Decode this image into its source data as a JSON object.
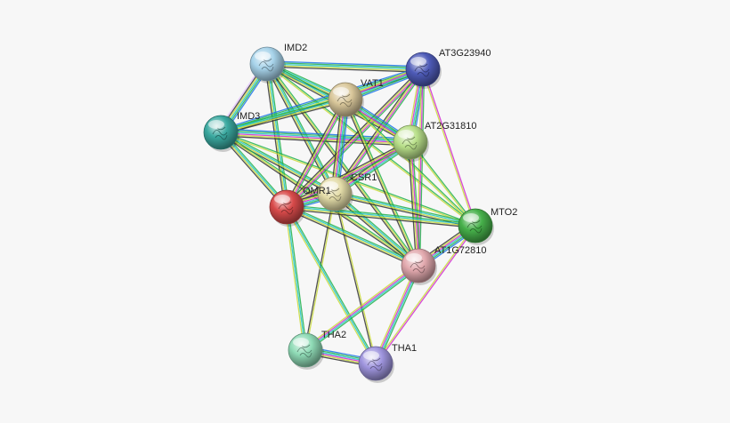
{
  "network": {
    "nodes": [
      {
        "id": "IMD2",
        "label": "IMD2",
        "color": "#a7d3ea"
      },
      {
        "id": "AT3G23940",
        "label": "AT3G23940",
        "color": "#4e5bb8"
      },
      {
        "id": "VAT1",
        "label": "VAT1",
        "color": "#d9c79a"
      },
      {
        "id": "IMD3",
        "label": "IMD3",
        "color": "#3aa9a0"
      },
      {
        "id": "AT2G31810",
        "label": "AT2G31810",
        "color": "#b9e08a"
      },
      {
        "id": "CSR1",
        "label": "CSR1",
        "color": "#e3dca8"
      },
      {
        "id": "OMR1",
        "label": "OMR1",
        "color": "#d84a4a"
      },
      {
        "id": "MTO2",
        "label": "MTO2",
        "color": "#46b04a"
      },
      {
        "id": "AT1G72810",
        "label": "AT1G72810",
        "color": "#e2a9ae"
      },
      {
        "id": "THA2",
        "label": "THA2",
        "color": "#8fdbb6"
      },
      {
        "id": "THA1",
        "label": "THA1",
        "color": "#9f95de"
      }
    ],
    "edge_colors": [
      "#1a73e8",
      "#22b24c",
      "#20c5c5",
      "#d12ad1",
      "#c9d93a",
      "#333333",
      "#e2c0ff"
    ],
    "edges": [
      {
        "a": "IMD2",
        "b": "AT3G23940",
        "colors": [
          0,
          1,
          2,
          4,
          5
        ]
      },
      {
        "a": "IMD2",
        "b": "VAT1",
        "colors": [
          1,
          2,
          4,
          5
        ]
      },
      {
        "a": "IMD2",
        "b": "IMD3",
        "colors": [
          0,
          1,
          2,
          4,
          5,
          6
        ]
      },
      {
        "a": "IMD2",
        "b": "AT2G31810",
        "colors": [
          1,
          2,
          4,
          5
        ]
      },
      {
        "a": "IMD2",
        "b": "CSR1",
        "colors": [
          1,
          2,
          4,
          5
        ]
      },
      {
        "a": "IMD2",
        "b": "OMR1",
        "colors": [
          1,
          2,
          4,
          5
        ]
      },
      {
        "a": "IMD2",
        "b": "AT1G72810",
        "colors": [
          1,
          4,
          5
        ]
      },
      {
        "a": "IMD2",
        "b": "MTO2",
        "colors": [
          1,
          4
        ]
      },
      {
        "a": "IMD3",
        "b": "AT3G23940",
        "colors": [
          0,
          1,
          2,
          4,
          5
        ]
      },
      {
        "a": "IMD3",
        "b": "VAT1",
        "colors": [
          1,
          2,
          4,
          5
        ]
      },
      {
        "a": "IMD3",
        "b": "AT2G31810",
        "colors": [
          0,
          1,
          2,
          3,
          4,
          5
        ]
      },
      {
        "a": "IMD3",
        "b": "CSR1",
        "colors": [
          1,
          2,
          4,
          5
        ]
      },
      {
        "a": "IMD3",
        "b": "OMR1",
        "colors": [
          1,
          2,
          4,
          5
        ]
      },
      {
        "a": "IMD3",
        "b": "AT1G72810",
        "colors": [
          1,
          4,
          5
        ]
      },
      {
        "a": "IMD3",
        "b": "MTO2",
        "colors": [
          1,
          4
        ]
      },
      {
        "a": "AT3G23940",
        "b": "VAT1",
        "colors": [
          0,
          1,
          2,
          3,
          4
        ]
      },
      {
        "a": "AT3G23940",
        "b": "AT2G31810",
        "colors": [
          0,
          1,
          2,
          3,
          4
        ]
      },
      {
        "a": "AT3G23940",
        "b": "CSR1",
        "colors": [
          1,
          3,
          4,
          5
        ]
      },
      {
        "a": "AT3G23940",
        "b": "OMR1",
        "colors": [
          1,
          3,
          4,
          5
        ]
      },
      {
        "a": "AT3G23940",
        "b": "AT1G72810",
        "colors": [
          1,
          3,
          4
        ]
      },
      {
        "a": "AT3G23940",
        "b": "MTO2",
        "colors": [
          3,
          4
        ]
      },
      {
        "a": "VAT1",
        "b": "AT2G31810",
        "colors": [
          0,
          1,
          2,
          3,
          4
        ]
      },
      {
        "a": "VAT1",
        "b": "CSR1",
        "colors": [
          0,
          1,
          2,
          3,
          4,
          5
        ]
      },
      {
        "a": "VAT1",
        "b": "OMR1",
        "colors": [
          1,
          3,
          4,
          5
        ]
      },
      {
        "a": "VAT1",
        "b": "AT1G72810",
        "colors": [
          1,
          4,
          5
        ]
      },
      {
        "a": "VAT1",
        "b": "MTO2",
        "colors": [
          1,
          4
        ]
      },
      {
        "a": "AT2G31810",
        "b": "CSR1",
        "colors": [
          1,
          2,
          3,
          4,
          5
        ]
      },
      {
        "a": "AT2G31810",
        "b": "OMR1",
        "colors": [
          1,
          3,
          4,
          5
        ]
      },
      {
        "a": "AT2G31810",
        "b": "AT1G72810",
        "colors": [
          1,
          3,
          4,
          5
        ]
      },
      {
        "a": "AT2G31810",
        "b": "MTO2",
        "colors": [
          1,
          4
        ]
      },
      {
        "a": "CSR1",
        "b": "OMR1",
        "colors": [
          0,
          1,
          2,
          3,
          4,
          5
        ]
      },
      {
        "a": "CSR1",
        "b": "MTO2",
        "colors": [
          1,
          2,
          4,
          5
        ]
      },
      {
        "a": "CSR1",
        "b": "AT1G72810",
        "colors": [
          1,
          2,
          4,
          5
        ]
      },
      {
        "a": "CSR1",
        "b": "THA2",
        "colors": [
          4,
          5
        ]
      },
      {
        "a": "CSR1",
        "b": "THA1",
        "colors": [
          4,
          5
        ]
      },
      {
        "a": "OMR1",
        "b": "MTO2",
        "colors": [
          1,
          2,
          4,
          5
        ]
      },
      {
        "a": "OMR1",
        "b": "AT1G72810",
        "colors": [
          1,
          2,
          4,
          5
        ]
      },
      {
        "a": "OMR1",
        "b": "THA2",
        "colors": [
          1,
          2,
          4
        ]
      },
      {
        "a": "OMR1",
        "b": "THA1",
        "colors": [
          1,
          2,
          4
        ]
      },
      {
        "a": "MTO2",
        "b": "AT1G72810",
        "colors": [
          0,
          1,
          2,
          3,
          4,
          5
        ]
      },
      {
        "a": "MTO2",
        "b": "THA1",
        "colors": [
          3,
          4
        ]
      },
      {
        "a": "AT1G72810",
        "b": "THA2",
        "colors": [
          1,
          2,
          3,
          4
        ]
      },
      {
        "a": "AT1G72810",
        "b": "THA1",
        "colors": [
          1,
          2,
          3,
          4
        ]
      },
      {
        "a": "THA2",
        "b": "THA1",
        "colors": [
          0,
          1,
          2,
          3,
          4,
          5
        ]
      }
    ]
  }
}
